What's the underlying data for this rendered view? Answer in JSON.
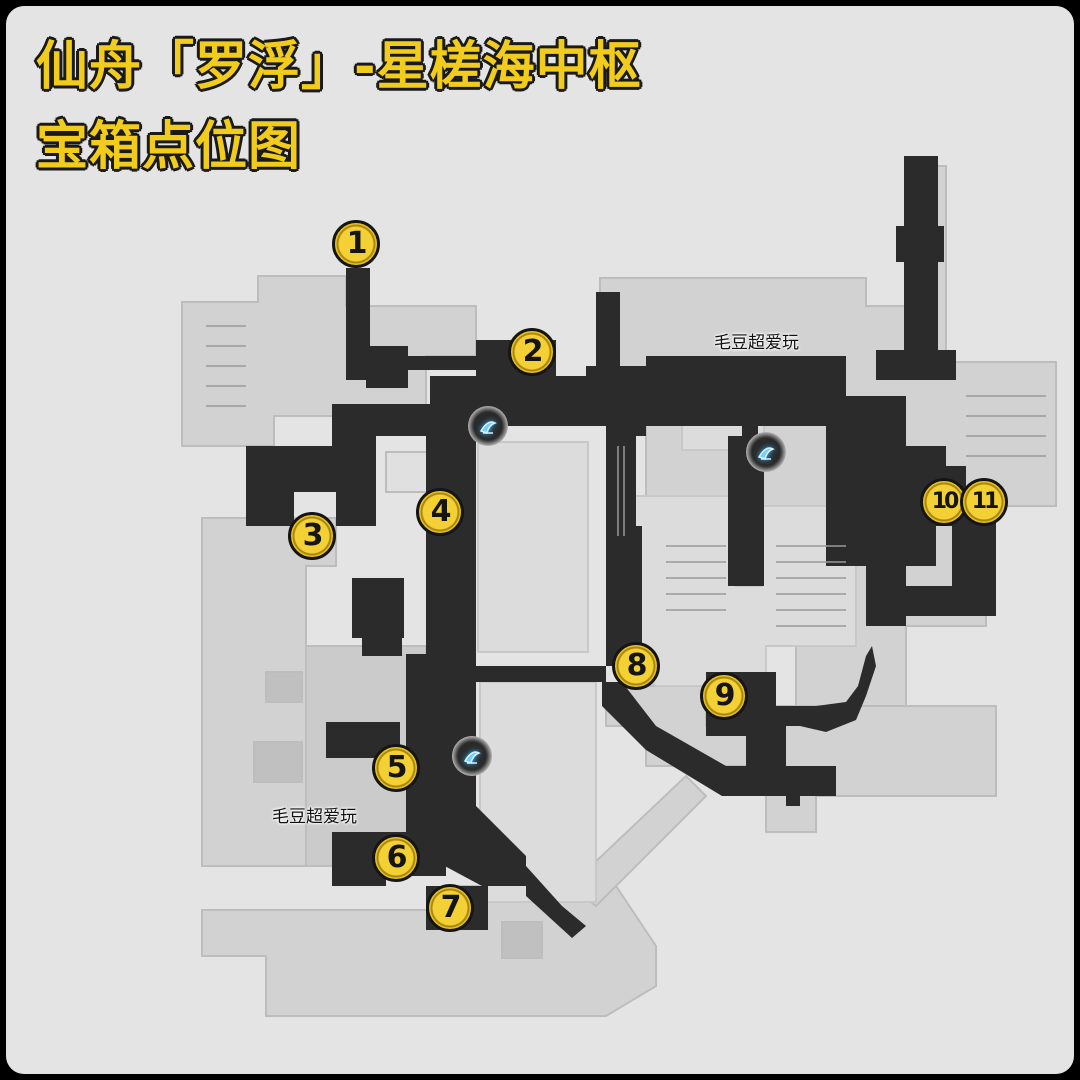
{
  "title": {
    "line1": "仙舟「罗浮」-星槎海中枢",
    "line2": "宝箱点位图",
    "color": "#f2cc1c"
  },
  "watermarks": [
    "毛豆超爱玩",
    "毛豆超爱玩"
  ],
  "chests": [
    "1",
    "2",
    "3",
    "4",
    "5",
    "6",
    "7",
    "8",
    "9",
    "10",
    "11"
  ],
  "teleport_icon": "space-anchor-icon",
  "colors": {
    "background": "#e4e4e4",
    "walkable": "#2b2b2b",
    "building": "#c4c4c4",
    "marker_fill": "#f3d135",
    "teleport_glow": "#3ab6ff"
  }
}
